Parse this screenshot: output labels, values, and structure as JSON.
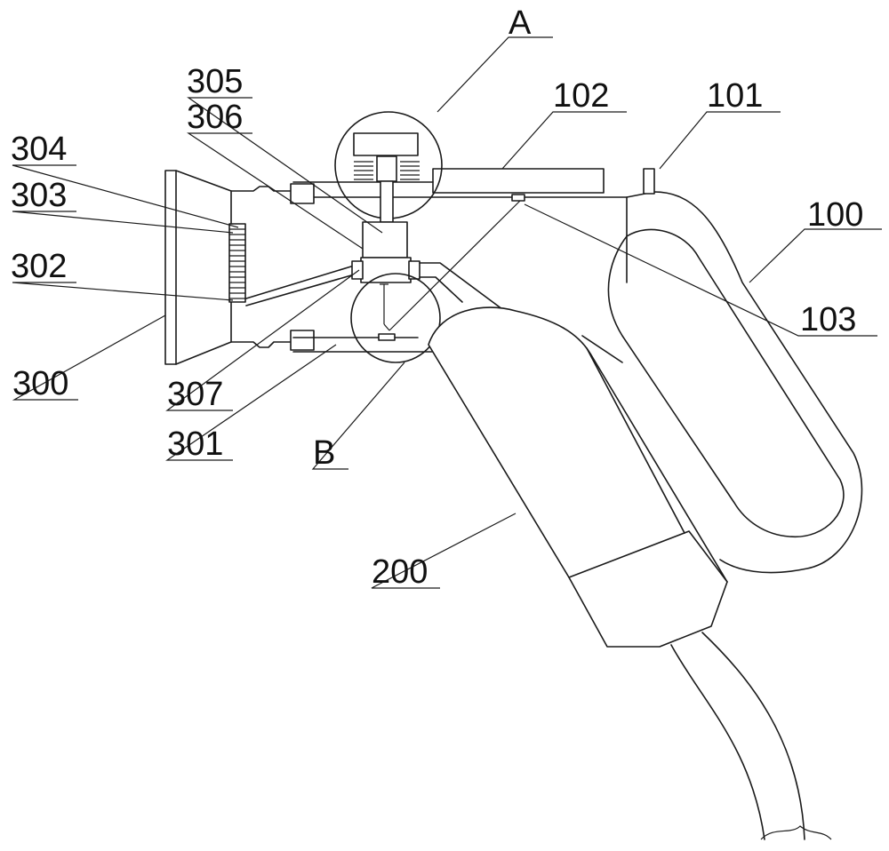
{
  "figure": {
    "labels": [
      {
        "id": "A",
        "text": "A"
      },
      {
        "id": "B",
        "text": "B"
      },
      {
        "id": "100",
        "text": "100"
      },
      {
        "id": "101",
        "text": "101"
      },
      {
        "id": "102",
        "text": "102"
      },
      {
        "id": "103",
        "text": "103"
      },
      {
        "id": "200",
        "text": "200"
      },
      {
        "id": "300",
        "text": "300"
      },
      {
        "id": "301",
        "text": "301"
      },
      {
        "id": "302",
        "text": "302"
      },
      {
        "id": "303",
        "text": "303"
      },
      {
        "id": "304",
        "text": "304"
      },
      {
        "id": "305",
        "text": "305"
      },
      {
        "id": "306",
        "text": "306"
      },
      {
        "id": "307",
        "text": "307"
      }
    ]
  }
}
